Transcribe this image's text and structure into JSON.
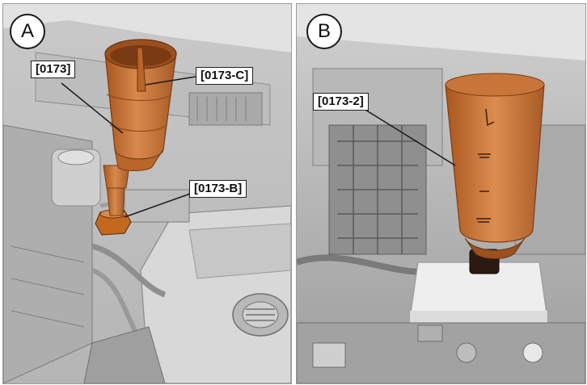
{
  "panels": [
    {
      "letter": "A",
      "labels": {
        "tool": "[0173]",
        "cap": "[0173-C]",
        "adapter": "[0173-B]"
      }
    },
    {
      "letter": "B",
      "labels": {
        "funnel": "[0173-2]"
      }
    }
  ],
  "colors": {
    "funnel_orange": "#c8753a",
    "funnel_orange_dark": "#9c4f1f",
    "engine_gray": "#c4c4c4",
    "label_bg": "#ffffff"
  },
  "icons": {
    "panel_a_badge": "circle-letter",
    "panel_b_badge": "circle-letter"
  }
}
